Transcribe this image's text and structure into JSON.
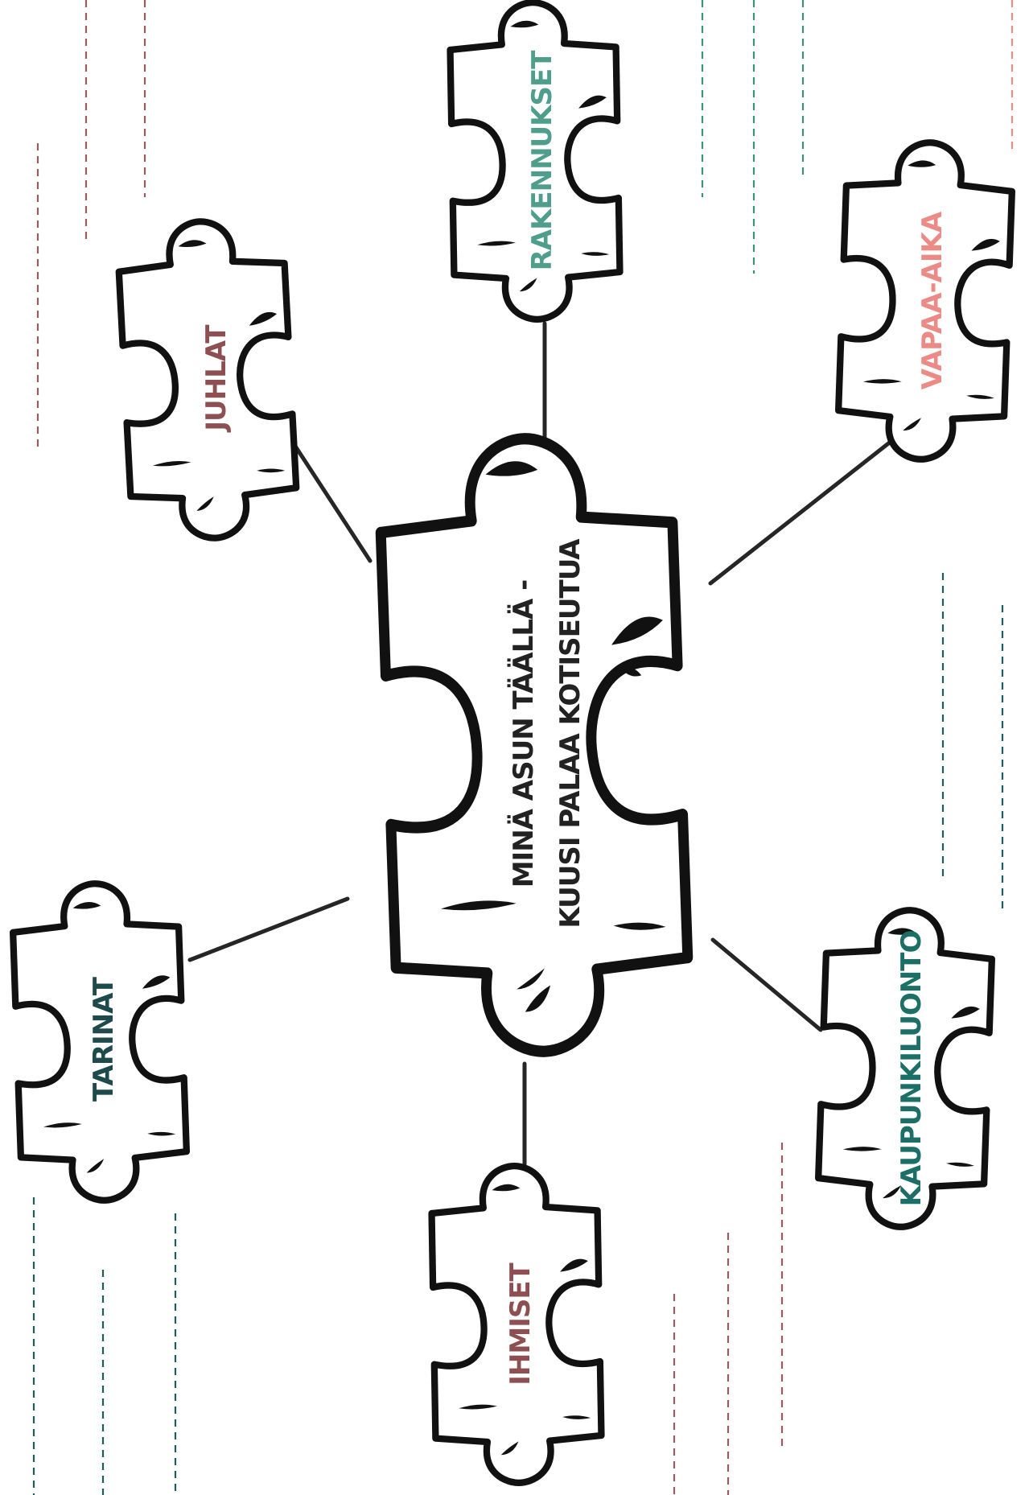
{
  "central": {
    "line1": "MINÄ ASUN TÄÄLLÄ -",
    "line2": "KUUSI PALAA KOTISEUTUA"
  },
  "topics": [
    {
      "id": "juhlat",
      "label": "JUHLAT",
      "color": "#8e4f52"
    },
    {
      "id": "rakennukset",
      "label": "RAKENNUKSET",
      "color": "#4f9e8c"
    },
    {
      "id": "vapaa-aika",
      "label": "VAPAA-AIKA",
      "color": "#ec8a85"
    },
    {
      "id": "tarinat",
      "label": "TARINAT",
      "color": "#1e4a4b"
    },
    {
      "id": "ihmiset",
      "label": "IHMISET",
      "color": "#8e4f52"
    },
    {
      "id": "kaupunkiluonto",
      "label": "KAUPUNKILUONTO",
      "color": "#1b6f66"
    }
  ],
  "colors": {
    "outline": "#111111",
    "connector": "#262626",
    "dash_rose": "#9b5a5d",
    "dash_teal": "#3f8f80",
    "dash_dark_teal": "#1f5d5c",
    "dash_pink": "#ef8b87",
    "background": "#ffffff"
  }
}
